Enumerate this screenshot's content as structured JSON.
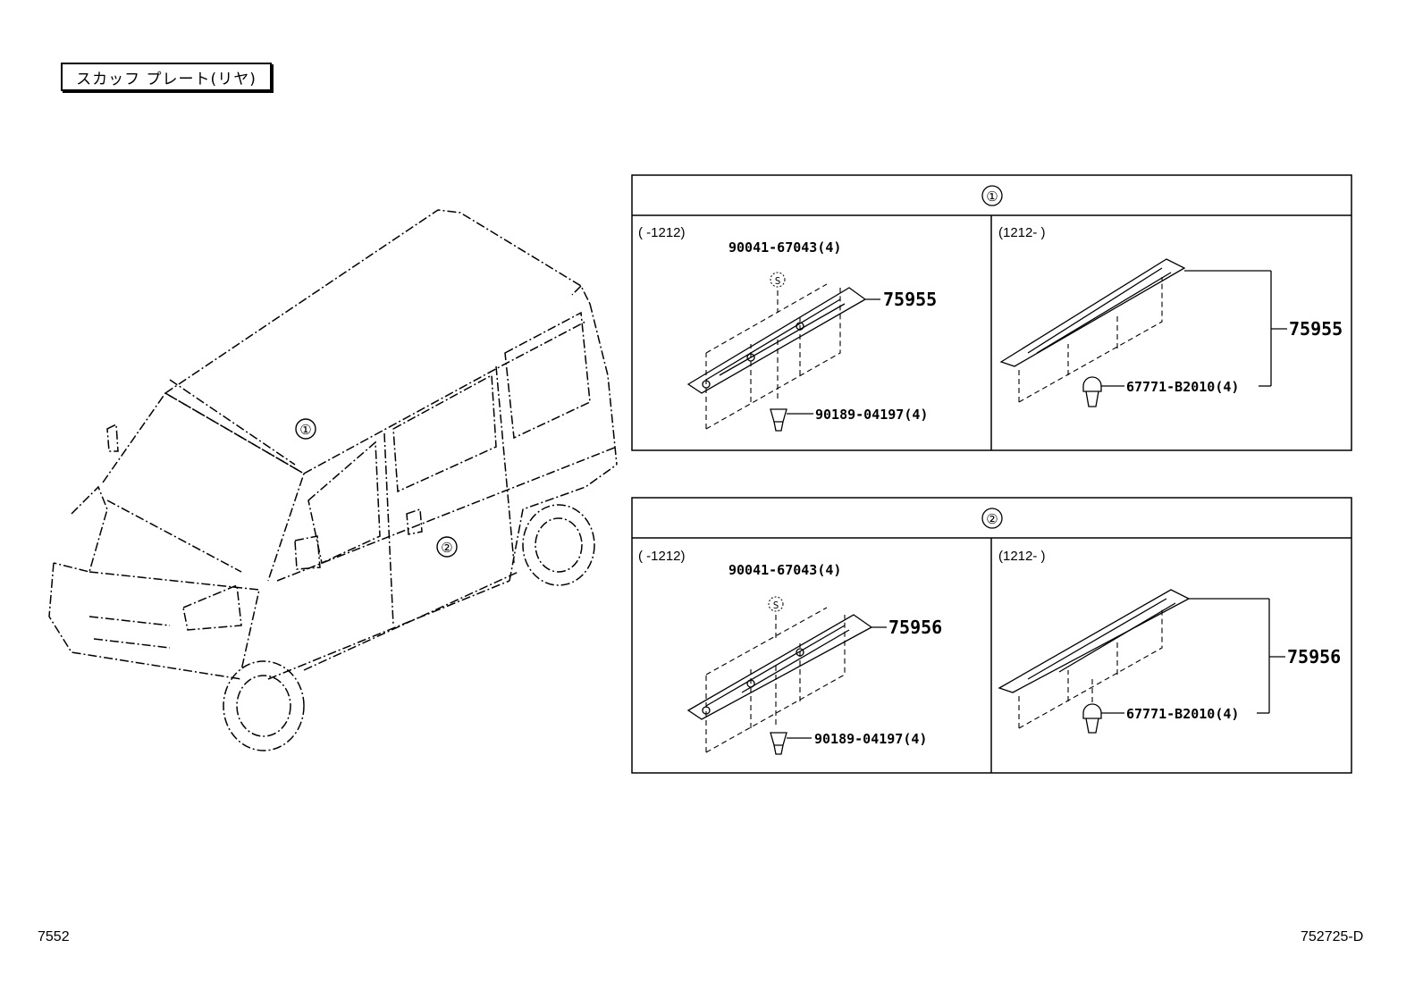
{
  "title": "スカッフ プレート(リヤ)",
  "page_code_left": "7552",
  "page_code_right": "752725-D",
  "vehicle_callouts": [
    "①",
    "②"
  ],
  "panels": [
    {
      "header": "①",
      "left": {
        "date_range": "(      -1212)",
        "top_part": "90041-67043(4)",
        "s_mark": "S",
        "main_part": "75955",
        "bottom_part": "90189-04197(4)"
      },
      "right": {
        "date_range": "(1212-      )",
        "main_part": "75955",
        "clip_part": "67771-B2010(4)"
      }
    },
    {
      "header": "②",
      "left": {
        "date_range": "(      -1212)",
        "top_part": "90041-67043(4)",
        "s_mark": "S",
        "main_part": "75956",
        "bottom_part": "90189-04197(4)"
      },
      "right": {
        "date_range": "(1212-      )",
        "main_part": "75956",
        "clip_part": "67771-B2010(4)"
      }
    }
  ]
}
